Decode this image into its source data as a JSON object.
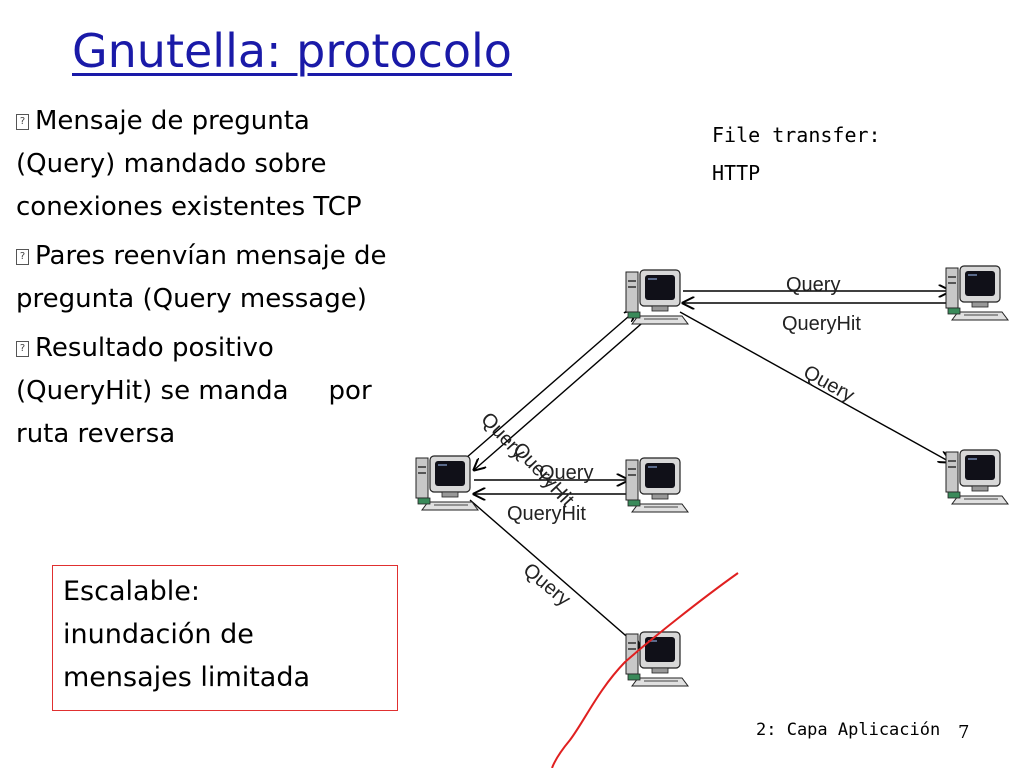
{
  "title": "Gnutella: protocolo",
  "bullets": [
    {
      "lines": [
        "Mensaje de pregunta",
        "(Query) mandado sobre",
        "conexiones existentes TCP"
      ]
    },
    {
      "lines": [
        "Pares reenvían mensaje de",
        "pregunta (Query message)"
      ]
    },
    {
      "lines": [
        "Resultado positivo",
        "(QueryHit) se manda",
        "por",
        "ruta reversa"
      ]
    }
  ],
  "file_transfer": {
    "line1": "File transfer:",
    "line2": "HTTP"
  },
  "note": {
    "line1": "Escalable:",
    "line2": "inundación de",
    "line3": "mensajes limitada"
  },
  "diagram": {
    "labels": {
      "query_top": "Query",
      "queryhit_top": "QueryHit",
      "query_right_diag": "Query",
      "query_left_diag": "Query",
      "queryhit_left_diag": "QueryHit",
      "query_mid": "Query",
      "queryhit_mid": "QueryHit",
      "query_bottom_diag": "Query"
    },
    "colors": {
      "boundary": "#e02020",
      "line": "#000000"
    }
  },
  "footer": {
    "chapter": "2: Capa Aplicación",
    "page": "7"
  }
}
